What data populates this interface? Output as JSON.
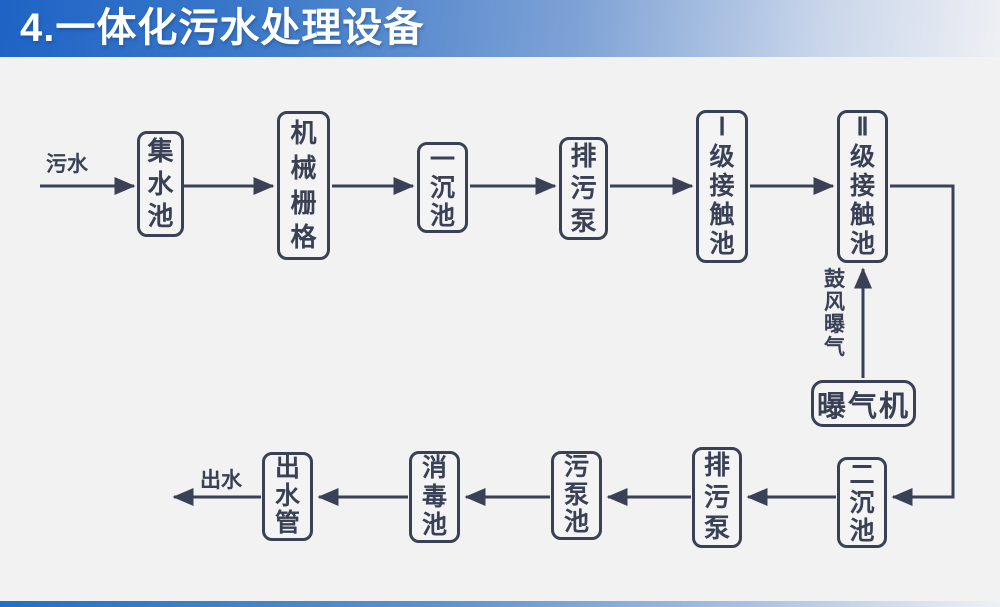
{
  "header": {
    "title": "4.一体化污水处理设备"
  },
  "diagram": {
    "inflow_label": "污水",
    "outflow_label": "出水",
    "aeration_label": "鼓风曝气",
    "nodes": {
      "top": [
        "集水池",
        "机械栅格",
        "一沉池",
        "排污泵",
        "Ⅰ级接触池",
        "Ⅱ级接触池"
      ],
      "bottom": [
        "二沉池",
        "排污泵",
        "污泵池",
        "消毒池",
        "出水管"
      ],
      "aerator": "曝气机"
    }
  },
  "colors": {
    "ink": "#3a4156",
    "background": "#f2f2f3",
    "header_gradient_left": "#1e63c5",
    "header_gradient_right": "#eef0f4",
    "footer_gradient_left": "#1e72c4",
    "footer_gradient_right": "#eef1f5",
    "title_text": "#ffffff"
  }
}
